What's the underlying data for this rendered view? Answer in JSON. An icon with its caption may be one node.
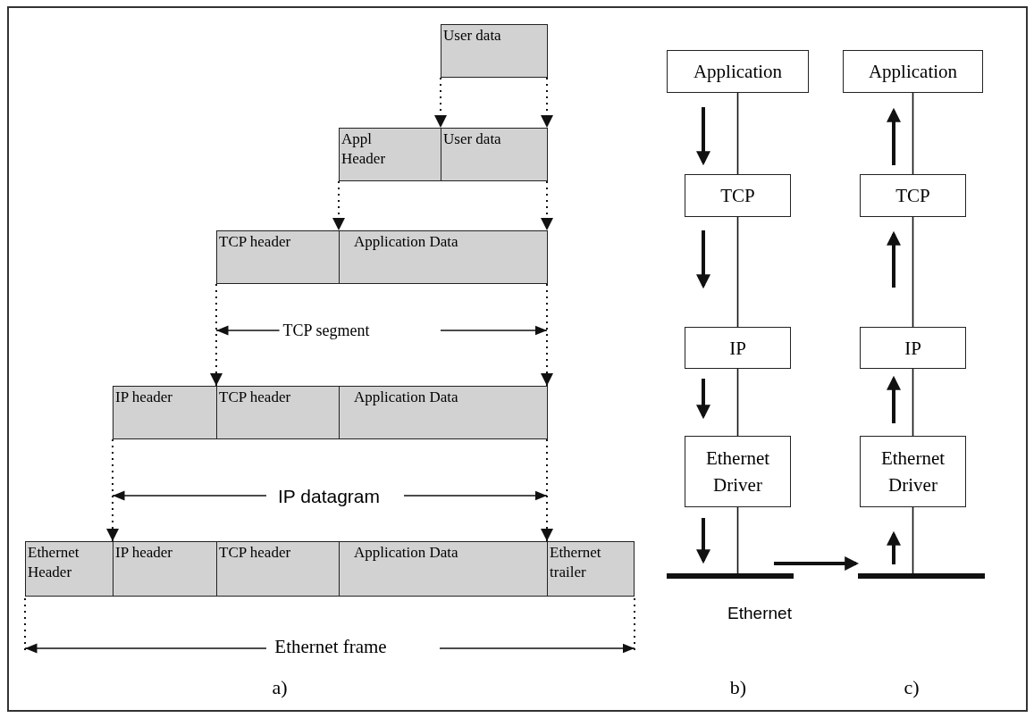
{
  "diagram": {
    "nodes": [
      {
        "text": [
          "User data"
        ]
      },
      {
        "text": [
          "Appl Header"
        ]
      },
      {
        "text": [
          "User data"
        ]
      },
      {
        "text": [
          "TCP header"
        ]
      },
      {
        "text": [
          "Application Data"
        ]
      },
      {
        "text": [
          "IP header"
        ]
      },
      {
        "text": [
          "TCP header"
        ]
      },
      {
        "text": [
          "Application Data"
        ]
      },
      {
        "text": [
          "Ethernet Header"
        ]
      },
      {
        "text": [
          "IP header"
        ]
      },
      {
        "text": [
          "TCP header"
        ]
      },
      {
        "text": [
          "Application Data"
        ]
      },
      {
        "text": [
          "Ethernet trailer"
        ]
      },
      {
        "text": [
          "Application"
        ]
      },
      {
        "text": [
          "TCP"
        ]
      },
      {
        "text": [
          "IP"
        ]
      },
      {
        "text": [
          "Ethernet Driver"
        ]
      },
      {
        "text": [],
        "shape": "bar"
      },
      {
        "text": [
          "Application"
        ]
      },
      {
        "text": [
          "TCP"
        ]
      },
      {
        "text": [
          "IP"
        ]
      },
      {
        "text": [
          "Ethernet Driver"
        ]
      },
      {
        "text": [],
        "shape": "bar"
      }
    ],
    "edges": [
      {
        "from": 0,
        "to": 2,
        "arrow": "to",
        "style": "dashed"
      },
      {
        "from": 0,
        "to": 2,
        "arrow": "to",
        "style": "dashed"
      },
      {
        "from": 1,
        "to": 4,
        "arrow": "to",
        "style": "dashed"
      },
      {
        "from": 2,
        "to": 4,
        "arrow": "to",
        "style": "dashed"
      },
      {
        "from": 3,
        "to": 6,
        "arrow": "to",
        "style": "dashed"
      },
      {
        "from": 4,
        "to": 7,
        "arrow": "to",
        "style": "dashed"
      },
      {
        "from": 5,
        "to": 9,
        "arrow": "to",
        "style": "dashed"
      },
      {
        "from": 7,
        "to": 11,
        "arrow": "to",
        "style": "dashed"
      },
      {
        "from": 13,
        "to": 14,
        "arrow": "none"
      },
      {
        "from": 14,
        "to": 15,
        "arrow": "none"
      },
      {
        "from": 15,
        "to": 16,
        "arrow": "none"
      },
      {
        "from": 16,
        "to": 17,
        "arrow": "none"
      },
      {
        "from": 18,
        "to": 19,
        "arrow": "none"
      },
      {
        "from": 19,
        "to": 20,
        "arrow": "none"
      },
      {
        "from": 20,
        "to": 21,
        "arrow": "none"
      },
      {
        "from": 21,
        "to": 22,
        "arrow": "none"
      }
    ],
    "labels": [
      "TCP segment",
      "IP datagram",
      "Ethernet frame",
      "Ethernet",
      "a)",
      "b)",
      "c)"
    ]
  }
}
